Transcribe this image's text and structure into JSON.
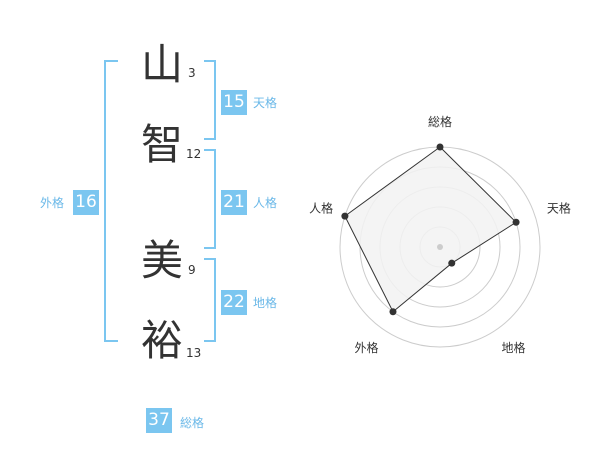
{
  "name": {
    "characters": [
      {
        "char": "山",
        "strokes": "3"
      },
      {
        "char": "智",
        "strokes": "12"
      },
      {
        "char": "美",
        "strokes": "9"
      },
      {
        "char": "裕",
        "strokes": "13"
      }
    ]
  },
  "kaku": {
    "tenkaku": {
      "value": "15",
      "label": "天格"
    },
    "jinkaku": {
      "value": "21",
      "label": "人格"
    },
    "chikaku": {
      "value": "22",
      "label": "地格"
    },
    "gaikaku": {
      "value": "16",
      "label": "外格"
    },
    "soukaku": {
      "value": "37",
      "label": "総格"
    }
  },
  "colors": {
    "accent": "#7bc6f0",
    "accent_text": "#6ab8e8",
    "radar_fill": "#f2f2f2",
    "radar_grid": "#cccccc",
    "radar_line": "#333333"
  },
  "chart_data": {
    "type": "radar",
    "axes": [
      "総格",
      "天格",
      "地格",
      "外格",
      "人格"
    ],
    "values": [
      5,
      4,
      1,
      4,
      5
    ],
    "max": 5,
    "rings": 5
  }
}
